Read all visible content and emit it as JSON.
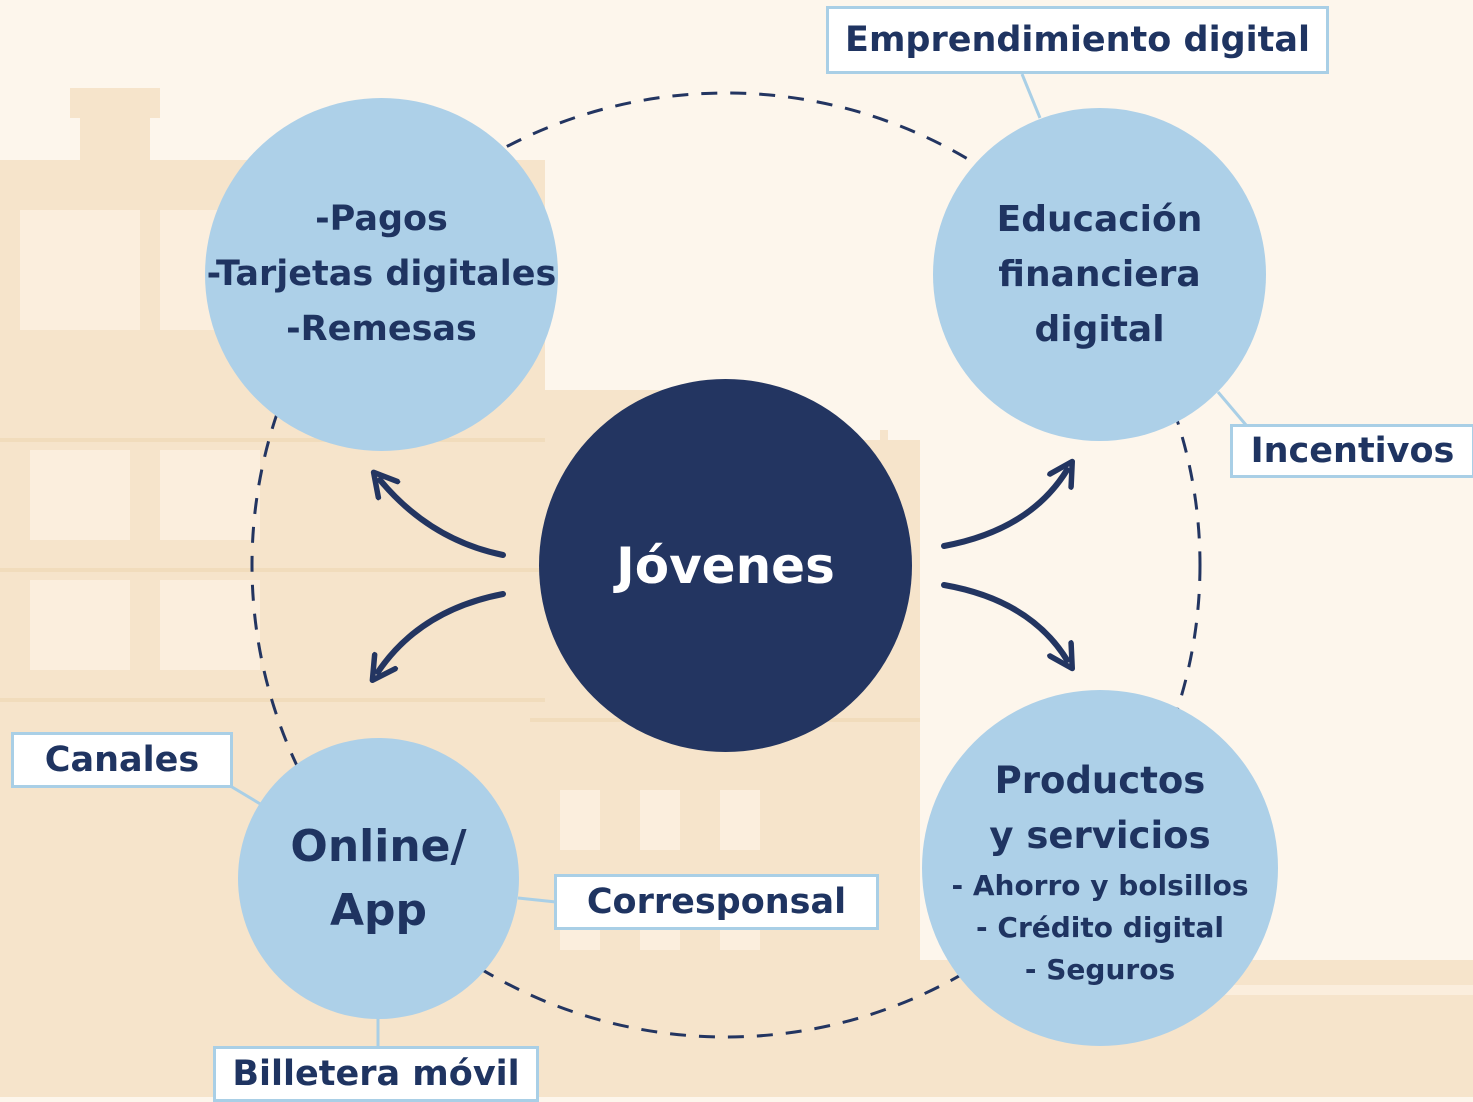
{
  "center": {
    "label": "Jóvenes"
  },
  "nodes": {
    "payments": {
      "lines": [
        "-Pagos",
        "-Tarjetas digitales",
        "-Remesas"
      ]
    },
    "education": {
      "lines": [
        "Educación",
        "financiera",
        "digital"
      ]
    },
    "channels": {
      "lines": [
        "Online/",
        "App"
      ]
    },
    "products": {
      "title_lines": [
        "Productos",
        "y servicios"
      ],
      "items": [
        "- Ahorro y bolsillos",
        "- Crédito digital",
        "- Seguros"
      ]
    }
  },
  "tags": {
    "emprendimiento": "Emprendimiento digital",
    "incentivos": "Incentivos",
    "canales": "Canales",
    "corresponsal": "Corresponsal",
    "billetera": "Billetera móvil"
  },
  "colors": {
    "navy": "#233561",
    "light_blue": "#add0e8",
    "box_border": "#a9cfe6",
    "background": "#fdf6ec",
    "buildings": "#f6e3c8"
  }
}
